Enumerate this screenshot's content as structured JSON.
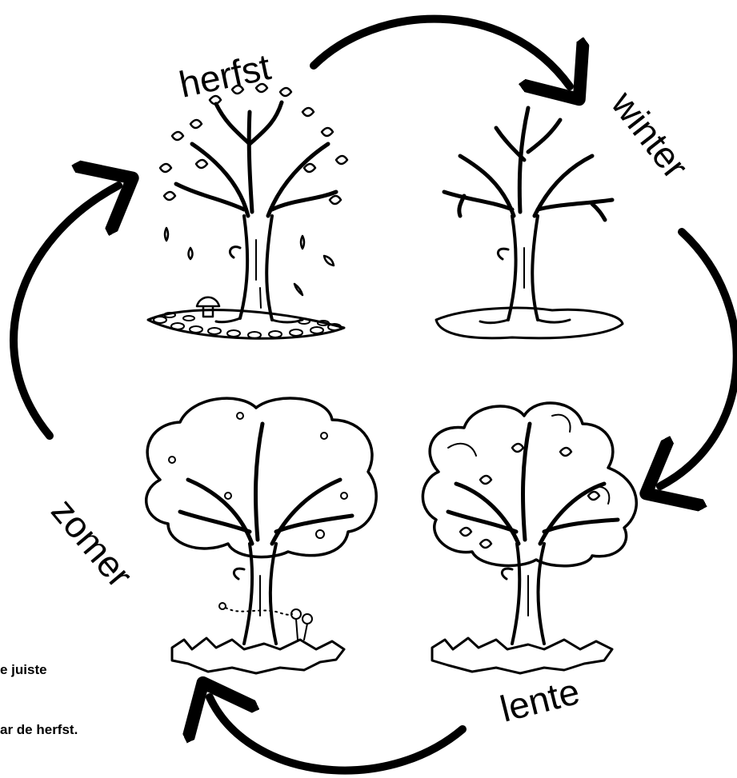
{
  "seasons": {
    "autumn": "herfst",
    "winter": "winter",
    "spring": "lente",
    "summer": "zomer"
  },
  "instructions": {
    "line1": "e juiste",
    "line2": "ar de herfst."
  },
  "colors": {
    "ink": "#000000",
    "paper": "#ffffff"
  }
}
